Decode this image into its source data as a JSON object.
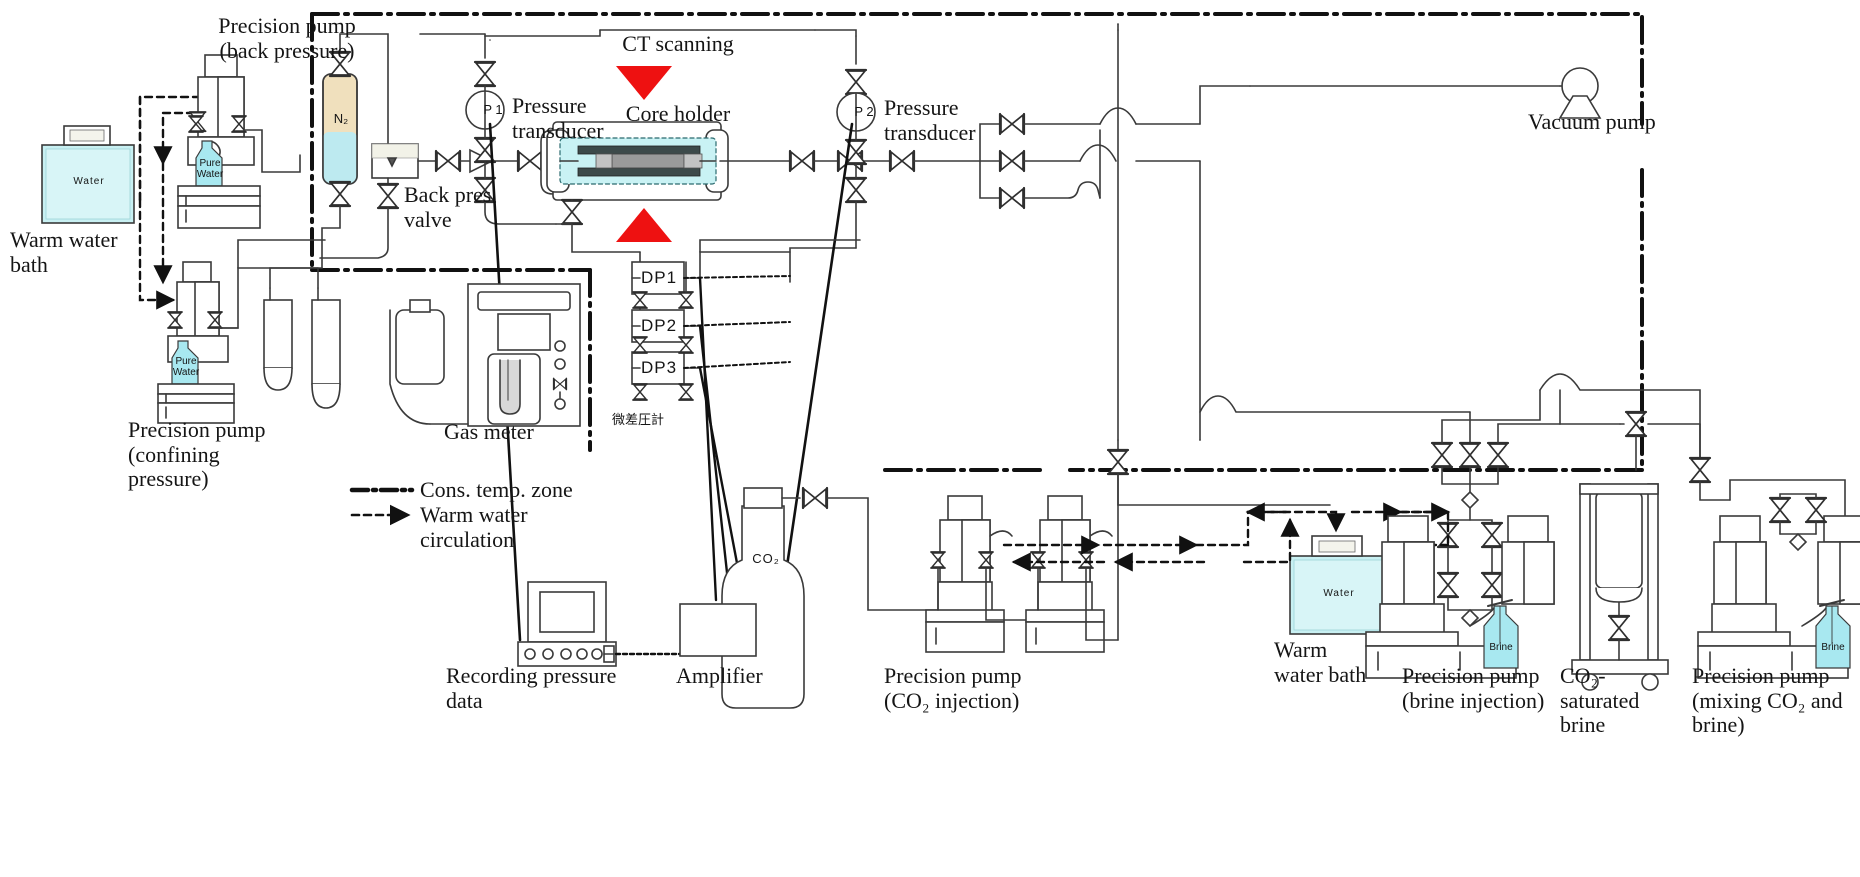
{
  "figure": {
    "type": "process-flow-diagram",
    "domain": "core-flooding CO2 experimental apparatus",
    "background": "#ffffff"
  },
  "colors": {
    "line": "#3a3a3a",
    "red_marker": "#ee1111",
    "water_fill": "#c8f0f2",
    "brine_fill": "#a8e8f0",
    "n2_top_fill": "#f0e0bd",
    "n2_bottom_fill": "#bdeaf0",
    "core_fill": "#c9f2f4",
    "rock_fill": "#9a9a9a",
    "sleeve_fill": "#3d4a4a",
    "text": "#151515"
  },
  "labels": {
    "precision_pump_back": "Precision pump\n(back pressure)",
    "warm_water_bath_left": "Warm water\nbath",
    "precision_pump_confining": "Precision pump\n(confining\npressure)",
    "back_pres_valve": "Back pres.\nvalve",
    "ct_scanning": "CT scanning",
    "core_holder": "Core holder",
    "pressure_transducer_1": "Pressure\ntransducer",
    "pressure_transducer_2": "Pressure\ntransducer",
    "vacuum_pump": "Vacuum pump",
    "gas_meter": "Gas meter",
    "cons_temp_zone": "Cons. temp. zone",
    "warm_water_circulation": "Warm water\ncirculation",
    "recording_pressure_data": "Recording pressure\ndata",
    "amplifier": "Amplifier",
    "precision_pump_co2": "Precision pump\n(CO₂ injection)",
    "warm_water_bath_right": "Warm\nwater bath",
    "precision_pump_brine": "Precision pump\n(brine injection)",
    "co2_saturated_brine": "CO₂-\nsaturated\nbrine",
    "precision_pump_mixing": "Precision pump\n(mixing CO₂ and\nbrine)",
    "dp_meter_jp": "微差圧計"
  },
  "tags": {
    "p1": "P 1",
    "p2": "P 2",
    "dp1": "DP1",
    "dp2": "DP2",
    "dp3": "DP3",
    "n2_cylinder": "N₂",
    "co2_cylinder": "CO₂",
    "water_vessel_1": "Water",
    "water_vessel_2": "Water",
    "pure_water_1": "Pure\nWater",
    "pure_water_2": "Pure\nWater",
    "brine_bottle_1": "Brine",
    "brine_bottle_2": "Brine"
  },
  "legend": [
    {
      "style": "dash-dot",
      "label": "Cons. temp. zone"
    },
    {
      "style": "dashed-arrow",
      "label": "Warm water\ncirculation"
    }
  ],
  "markers": {
    "ct_top_triangle": "down-triangle-red",
    "ct_bottom_triangle": "up-triangle-red"
  }
}
